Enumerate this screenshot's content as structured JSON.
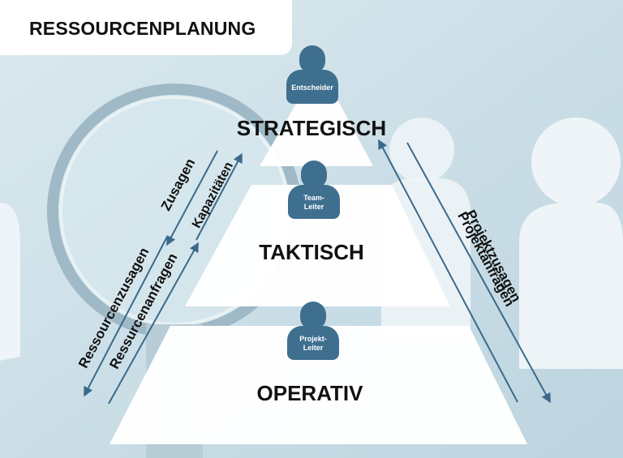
{
  "title": "RESSOURCENPLANUNG",
  "levels": {
    "strategic": {
      "label": "STRATEGISCH",
      "role": "Entscheider"
    },
    "tactical": {
      "label": "TAKTISCH",
      "role": "Team-\nLeiter"
    },
    "operative": {
      "label": "OPERATIV",
      "role": "Projekt-\nLeiter"
    }
  },
  "arrows": {
    "zusagen": "Zusagen",
    "kapazitaeten": "Kapazitäten",
    "ressourcenzusagen": "Ressourcenzusagen",
    "ressurcenanfragen": "Ressurcenanfragen",
    "projektzusagen": "Projektzusagen",
    "projektanfragen": "Projektanfragen"
  },
  "colors": {
    "accent": "#3f6f8f",
    "arrow": "#3a6a8c",
    "pyramid": "#ffffff"
  }
}
